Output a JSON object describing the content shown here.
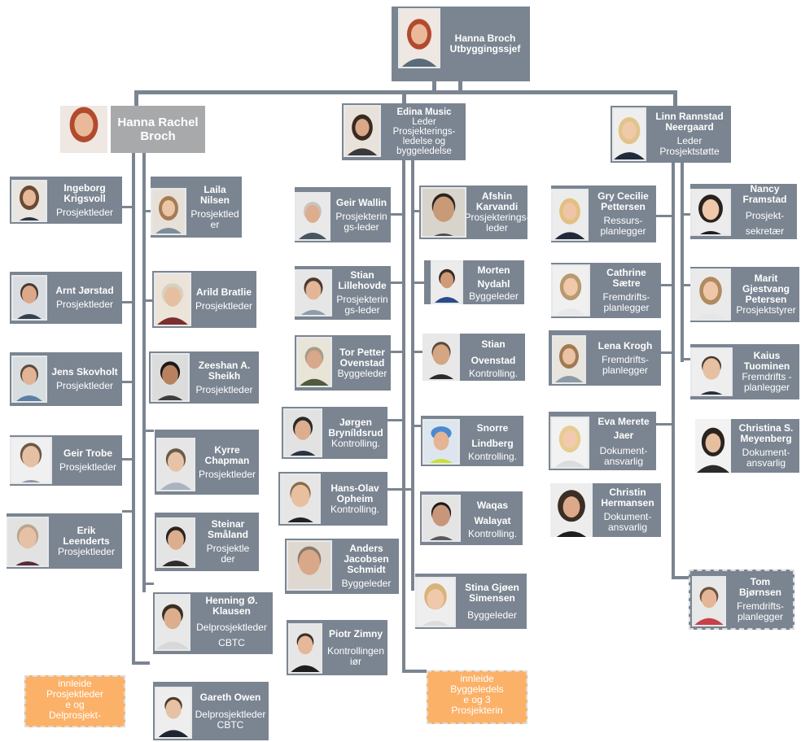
{
  "colors": {
    "card": "#7b8591",
    "connector": "#7b8591",
    "highlight_card": "#a7a9ab",
    "note": "#fbb168"
  },
  "top": {
    "name": "Hanna Broch",
    "role": "Utbyggingssjef"
  },
  "level1": [
    {
      "name": "Hanna Rachel\nBroch",
      "role": ""
    },
    {
      "name": "Edina Music",
      "role": "Leder\nProsjekterings-\nledelse og\nbyggeledelse"
    },
    {
      "name": "Linn Rannstad\nNeergaard",
      "role": "Leder\nProsjektstøtte"
    }
  ],
  "people": [
    {
      "name": "Ingeborg\nKrigsvoll",
      "role": "Prosjektleder"
    },
    {
      "name": "Arnt Jørstad",
      "role": "Prosjektleder"
    },
    {
      "name": "Jens Skovholt",
      "role": "Prosjektleder"
    },
    {
      "name": "Geir Trobe",
      "role": "Prosjektleder"
    },
    {
      "name": "Erik\nLeenderts",
      "role": "Prosjektleder"
    },
    {
      "name": "Laila\nNilsen",
      "role": "Prosjektled\ner"
    },
    {
      "name": "Arild Bratlie",
      "role": "Prosjektleder"
    },
    {
      "name": "Zeeshan A.\nSheikh",
      "role": "Prosjektleder"
    },
    {
      "name": "Kyrre\nChapman",
      "role": "Prosjektleder"
    },
    {
      "name": "Steinar\nSmåland",
      "role": "Prosjektle\nder"
    },
    {
      "name": "Henning Ø.\nKlausen",
      "role": "Delprosjektleder\nCBTC"
    },
    {
      "name": "Gareth Owen",
      "role": "Delprosjektleder\nCBTC"
    },
    {
      "name": "Geir Wallin",
      "role": "Prosjekterin\ngs-leder"
    },
    {
      "name": "Stian\nLillehovde",
      "role": "Prosjekterin\ngs-leder"
    },
    {
      "name": "Tor Petter\nOvenstad",
      "role": "Byggeleder"
    },
    {
      "name": "Jørgen\nBryníldsrud",
      "role": "Kontrolling."
    },
    {
      "name": "Hans-Olav\nOpheim",
      "role": "Kontrolling."
    },
    {
      "name": "Anders\nJacobsen\nSchmidt",
      "role": "Byggeleder"
    },
    {
      "name": "Piotr Zimny",
      "role": "Kontrollingen\niør"
    },
    {
      "name": "Afshin\nKarvandi",
      "role": "Prosjekterings-\nleder"
    },
    {
      "name": "Morten\nNydahl",
      "role": "Byggeleder"
    },
    {
      "name": "Stian\nOvenstad",
      "role": "Kontrolling."
    },
    {
      "name": "Snorre\nLindberg",
      "role": "Kontrolling."
    },
    {
      "name": "Waqas\nWalayat",
      "role": "Kontrolling."
    },
    {
      "name": "Stina Gjøen\nSimensen",
      "role": "Byggeleder"
    },
    {
      "name": "Gry  Cecilie\nPettersen",
      "role": "Ressurs-\nplanlegger"
    },
    {
      "name": "Cathrine\nSætre",
      "role": "Fremdrifts-\nplanlegger"
    },
    {
      "name": "Lena Krogh",
      "role": "Fremdrifts-\nplanlegger"
    },
    {
      "name": "Eva Merete\nJaer",
      "role": "Dokument-\nansvarlig"
    },
    {
      "name": "Christin\nHermansen",
      "role": "Dokument-\nansvarlig"
    },
    {
      "name": "Nancy\nFramstad",
      "role": "Prosjekt-\nsekretær"
    },
    {
      "name": "Marit\nGjestvang\nPetersen",
      "role": "Prosjektstyrer"
    },
    {
      "name": "Kaius\nTuominen",
      "role": "Fremdrifts -\nplanlegger"
    },
    {
      "name": "Christina S.\nMeyenberg",
      "role": "Dokument-\nansvarlig"
    },
    {
      "name": "Tom\nBjørnsen",
      "role": "Fremdrifts-\nplanlegger"
    }
  ],
  "notes": [
    {
      "text": "innleide\nProsjektleder\ne og\nDelprosjekt-"
    },
    {
      "text": "innleide\nByggeledels\ne og 3\nProsjekterin"
    }
  ]
}
